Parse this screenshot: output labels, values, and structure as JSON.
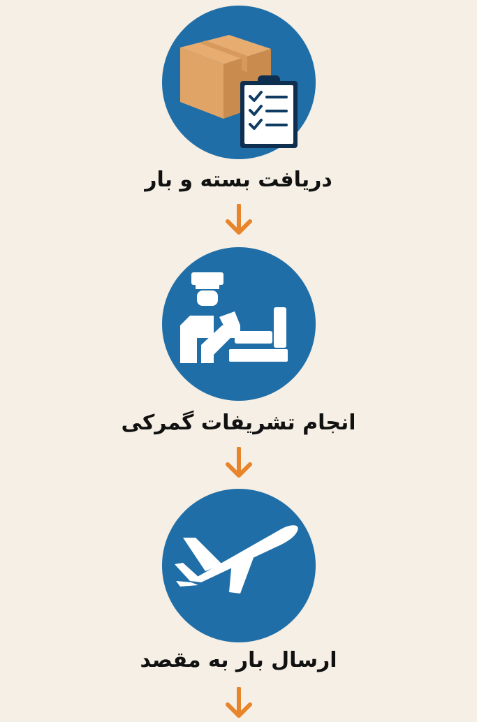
{
  "colors": {
    "background": "#f5efe5",
    "circle": "#206ea7",
    "arrow": "#e8842a",
    "box": "#e0a467",
    "box_dark": "#c98b4e",
    "text": "#111111"
  },
  "steps": [
    {
      "label": "دریافت    بسته و بار",
      "icon": "package-with-checklist-icon"
    },
    {
      "label": "انجام تشریفات گمرکی",
      "icon": "customs-officer-icon"
    },
    {
      "label": "ارسال بار به مقصد",
      "icon": "airplane-icon"
    }
  ],
  "connectors": [
    "arrow-down-icon",
    "arrow-down-icon",
    "arrow-down-icon"
  ]
}
